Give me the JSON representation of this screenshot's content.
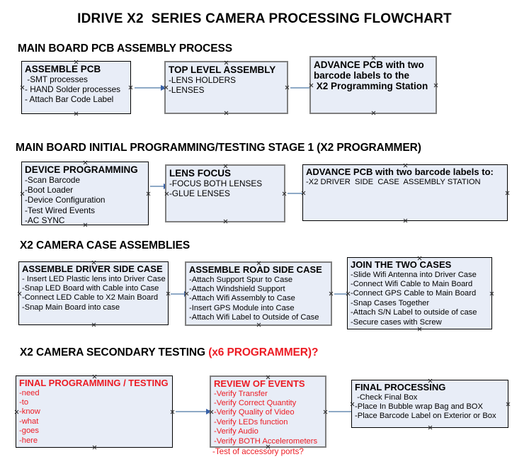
{
  "document": {
    "title": "IDRIVE X2  SERIES CAMERA PROCESSING FLOWCHART"
  },
  "colors": {
    "node_fill": "#e8edf7",
    "node_border_thin": "#000000",
    "node_border_thick": "#7f7f7f",
    "text_black": "#000000",
    "text_red": "#ec1c24",
    "arrow_shaft": "#8ea9c6",
    "arrow_head": "#3a62a8",
    "background": "#ffffff"
  },
  "sections": [
    {
      "heading": "MAIN BOARD PCB ASSEMBLY PROCESS",
      "heading_accent": "",
      "nodes": [
        {
          "title": "ASSEMBLE PCB",
          "lines": [
            " -SMT processes",
            "- HAND Solder processes",
            "- Attach Bar Code Label"
          ]
        },
        {
          "title": "TOP LEVEL ASSEMBLY",
          "lines": [
            "-LENS HOLDERS",
            "-LENSES"
          ]
        },
        {
          "title": "ADVANCE PCB with two",
          "lines": [
            "barcode labels to the",
            " X2 Programming Station"
          ]
        }
      ]
    },
    {
      "heading": "MAIN BOARD INITIAL PROGRAMMING/TESTING STAGE 1 (X2 PROGRAMMER)",
      "heading_accent": "",
      "nodes": [
        {
          "title": "DEVICE PROGRAMMING",
          "lines": [
            "-Scan Barcode",
            "-Boot Loader",
            "-Device Configuration",
            "-Test Wired Events",
            "-AC SYNC"
          ]
        },
        {
          "title": "LENS FOCUS",
          "lines": [
            "-FOCUS BOTH LENSES",
            "-GLUE LENSES"
          ]
        },
        {
          "title": "ADVANCE PCB with two barcode labels to:",
          "lines": [
            "-X2 DRIVER  SIDE  CASE  ASSEMBLY STATION"
          ]
        }
      ]
    },
    {
      "heading": "X2 CAMERA CASE ASSEMBLIES",
      "heading_accent": "",
      "nodes": [
        {
          "title": "ASSEMBLE DRIVER SIDE CASE",
          "lines": [
            "- Insert LED Plastic lens into Driver Case",
            "-Snap LED Board with Cable into Case",
            "-Connect LED Cable to X2 Main Board",
            "-Snap Main Board into case"
          ]
        },
        {
          "title": "ASSEMBLE ROAD SIDE CASE",
          "lines": [
            "-Attach Support Spur to Case",
            "-Attach Windshield Support",
            "-Attach Wifi Assembly to Case",
            "-Insert GPS Module into Case",
            "-Attach Wifi Label to Outside of Case"
          ]
        },
        {
          "title": "JOIN THE TWO CASES",
          "lines": [
            "-Slide Wifi Antenna into Driver Case",
            "-Connect Wifi Cable to Main Board",
            "-Connect GPS Cable to Main Board",
            "-Snap Cases Together",
            "-Attach S/N Label to outside of case",
            "-Secure cases with Screw"
          ]
        }
      ]
    },
    {
      "heading": "X2 CAMERA SECONDARY TESTING ",
      "heading_accent": "(x6 PROGRAMMER)?",
      "nodes": [
        {
          "title": "FINAL PROGRAMMING / TESTING",
          "lines": [
            "-need",
            "-to",
            "-know",
            "-what",
            "-goes",
            "-here"
          ]
        },
        {
          "title": "REVIEW OF EVENTS",
          "lines": [
            "-Verify Transfer",
            "-Verify Correct Quantity",
            "-Verify Quality of Video",
            "-Verify LEDs function",
            "-Verify Audio",
            "-Verify BOTH Accelerometers"
          ],
          "overflow_line": "-Test of accessory ports?"
        },
        {
          "title": "FINAL PROCESSING",
          "lines": [
            " -Check Final Box",
            "-Place In Bubble wrap Bag and BOX",
            "-Place Barcode Label on Exterior or Box"
          ]
        }
      ]
    }
  ]
}
